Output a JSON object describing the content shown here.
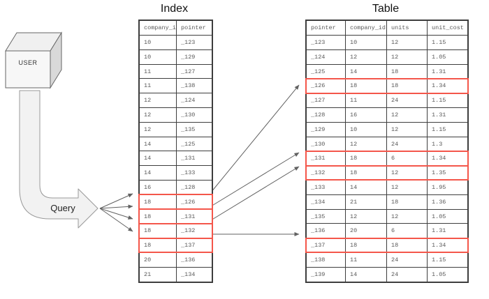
{
  "diagram": {
    "user_label": "USER",
    "query_label": "Query",
    "colors": {
      "highlight_red": "#f4564a",
      "table_border": "#3d3d3d",
      "cell_text": "#5a5a5a",
      "arrow": "#616161",
      "shape_fill": "#f5f5f5",
      "shape_stroke": "#8c8c8c"
    }
  },
  "index_table": {
    "title": "Index",
    "columns": [
      "company_id",
      "pointer"
    ],
    "rows": [
      {
        "company_id": "10",
        "pointer": "_123",
        "highlight": false
      },
      {
        "company_id": "10",
        "pointer": "_129",
        "highlight": false
      },
      {
        "company_id": "11",
        "pointer": "_127",
        "highlight": false
      },
      {
        "company_id": "11",
        "pointer": "_138",
        "highlight": false
      },
      {
        "company_id": "12",
        "pointer": "_124",
        "highlight": false
      },
      {
        "company_id": "12",
        "pointer": "_130",
        "highlight": false
      },
      {
        "company_id": "12",
        "pointer": "_135",
        "highlight": false
      },
      {
        "company_id": "14",
        "pointer": "_125",
        "highlight": false
      },
      {
        "company_id": "14",
        "pointer": "_131",
        "highlight": false
      },
      {
        "company_id": "14",
        "pointer": "_133",
        "highlight": false
      },
      {
        "company_id": "16",
        "pointer": "_128",
        "highlight": false
      },
      {
        "company_id": "18",
        "pointer": "_126",
        "highlight": true
      },
      {
        "company_id": "18",
        "pointer": "_131",
        "highlight": true
      },
      {
        "company_id": "18",
        "pointer": "_132",
        "highlight": true
      },
      {
        "company_id": "18",
        "pointer": "_137",
        "highlight": true
      },
      {
        "company_id": "20",
        "pointer": "_136",
        "highlight": false
      },
      {
        "company_id": "21",
        "pointer": "_134",
        "highlight": false
      }
    ]
  },
  "data_table": {
    "title": "Table",
    "columns": [
      "pointer",
      "company_id",
      "units",
      "unit_cost"
    ],
    "rows": [
      {
        "pointer": "_123",
        "company_id": "10",
        "units": "12",
        "unit_cost": "1.15",
        "highlight": false
      },
      {
        "pointer": "_124",
        "company_id": "12",
        "units": "12",
        "unit_cost": "1.05",
        "highlight": false
      },
      {
        "pointer": "_125",
        "company_id": "14",
        "units": "18",
        "unit_cost": "1.31",
        "highlight": false
      },
      {
        "pointer": "_126",
        "company_id": "18",
        "units": "18",
        "unit_cost": "1.34",
        "highlight": true
      },
      {
        "pointer": "_127",
        "company_id": "11",
        "units": "24",
        "unit_cost": "1.15",
        "highlight": false
      },
      {
        "pointer": "_128",
        "company_id": "16",
        "units": "12",
        "unit_cost": "1.31",
        "highlight": false
      },
      {
        "pointer": "_129",
        "company_id": "10",
        "units": "12",
        "unit_cost": "1.15",
        "highlight": false
      },
      {
        "pointer": "_130",
        "company_id": "12",
        "units": "24",
        "unit_cost": "1.3",
        "highlight": false
      },
      {
        "pointer": "_131",
        "company_id": "18",
        "units": "6",
        "unit_cost": "1.34",
        "highlight": true
      },
      {
        "pointer": "_132",
        "company_id": "18",
        "units": "12",
        "unit_cost": "1.35",
        "highlight": true
      },
      {
        "pointer": "_133",
        "company_id": "14",
        "units": "12",
        "unit_cost": "1.95",
        "highlight": false
      },
      {
        "pointer": "_134",
        "company_id": "21",
        "units": "18",
        "unit_cost": "1.36",
        "highlight": false
      },
      {
        "pointer": "_135",
        "company_id": "12",
        "units": "12",
        "unit_cost": "1.05",
        "highlight": false
      },
      {
        "pointer": "_136",
        "company_id": "20",
        "units": "6",
        "unit_cost": "1.31",
        "highlight": false
      },
      {
        "pointer": "_137",
        "company_id": "18",
        "units": "18",
        "unit_cost": "1.34",
        "highlight": true
      },
      {
        "pointer": "_138",
        "company_id": "11",
        "units": "24",
        "unit_cost": "1.15",
        "highlight": false
      },
      {
        "pointer": "_139",
        "company_id": "14",
        "units": "24",
        "unit_cost": "1.05",
        "highlight": false
      }
    ]
  }
}
